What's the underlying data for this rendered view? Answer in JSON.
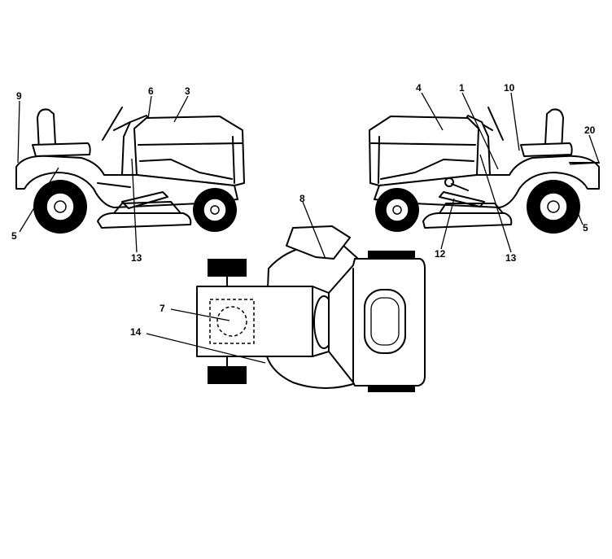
{
  "callouts": [
    {
      "id": "left-9",
      "text": "9"
    },
    {
      "id": "left-6",
      "text": "6"
    },
    {
      "id": "left-3",
      "text": "3"
    },
    {
      "id": "left-5",
      "text": "5"
    },
    {
      "id": "left-13",
      "text": "13"
    },
    {
      "id": "right-4",
      "text": "4"
    },
    {
      "id": "right-1",
      "text": "1"
    },
    {
      "id": "right-10",
      "text": "10"
    },
    {
      "id": "right-20",
      "text": "20"
    },
    {
      "id": "right-5",
      "text": "5"
    },
    {
      "id": "right-12",
      "text": "12"
    },
    {
      "id": "right-13",
      "text": "13"
    },
    {
      "id": "top-8",
      "text": "8"
    },
    {
      "id": "top-7",
      "text": "7"
    },
    {
      "id": "top-14",
      "text": "14"
    }
  ]
}
